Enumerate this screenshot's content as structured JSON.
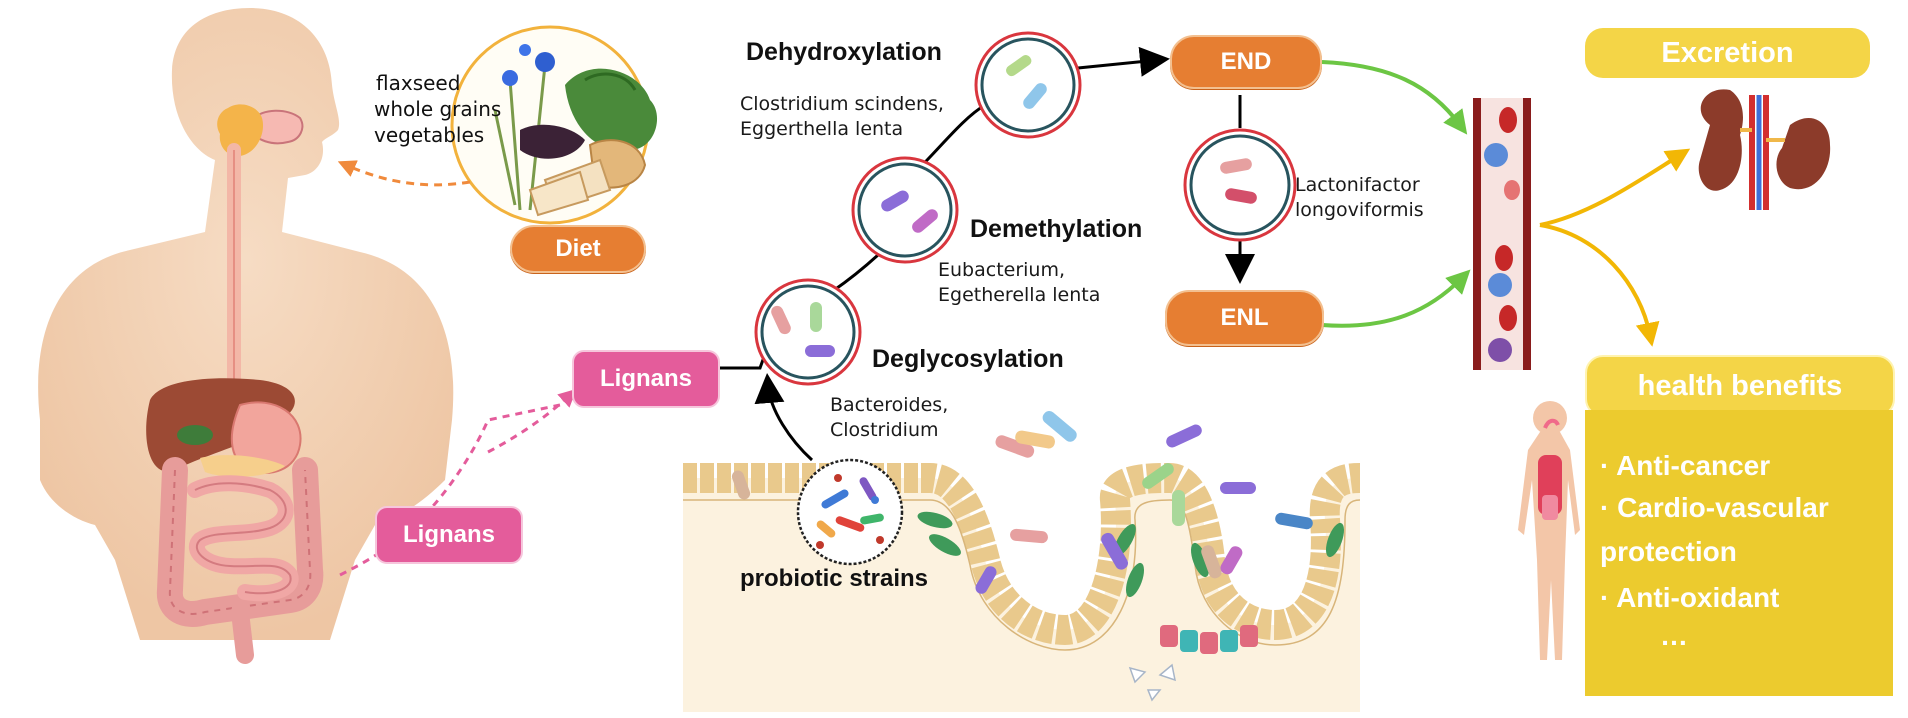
{
  "diet": {
    "foods": [
      "flaxseed",
      "whole grains",
      "vegetables"
    ],
    "label": "Diet"
  },
  "lignans_labels": [
    "Lignans",
    "Lignans"
  ],
  "pathway": {
    "steps": [
      {
        "name": "Dehydroxylation",
        "bacteria": [
          "Clostridium scindens,",
          "Eggerthella lenta"
        ]
      },
      {
        "name": "Demethylation",
        "bacteria": [
          "Eubacterium,",
          "Egetherella lenta"
        ]
      },
      {
        "name": "Deglycosylation",
        "bacteria": [
          "Bacteroides,",
          "Clostridium"
        ]
      }
    ],
    "conversion_bacteria": [
      "Lactonifactor",
      "longoviformis"
    ],
    "probiotic_label": "probiotic strains"
  },
  "products": {
    "end": "END",
    "enl": "ENL"
  },
  "outcomes": {
    "excretion": "Excretion",
    "benefits_title": "health benefits",
    "benefits": [
      "· Anti-cancer",
      "· Cardio-vascular",
      "protection",
      "· Anti-oxidant",
      "…"
    ]
  },
  "colors": {
    "orange": "#e67e32",
    "pink": "#e45c9b",
    "yellow": "#f4d547",
    "green_arrow": "#6cc644",
    "yellow_arrow": "#f2b705",
    "blood_vessel": "#8a1c1c"
  }
}
